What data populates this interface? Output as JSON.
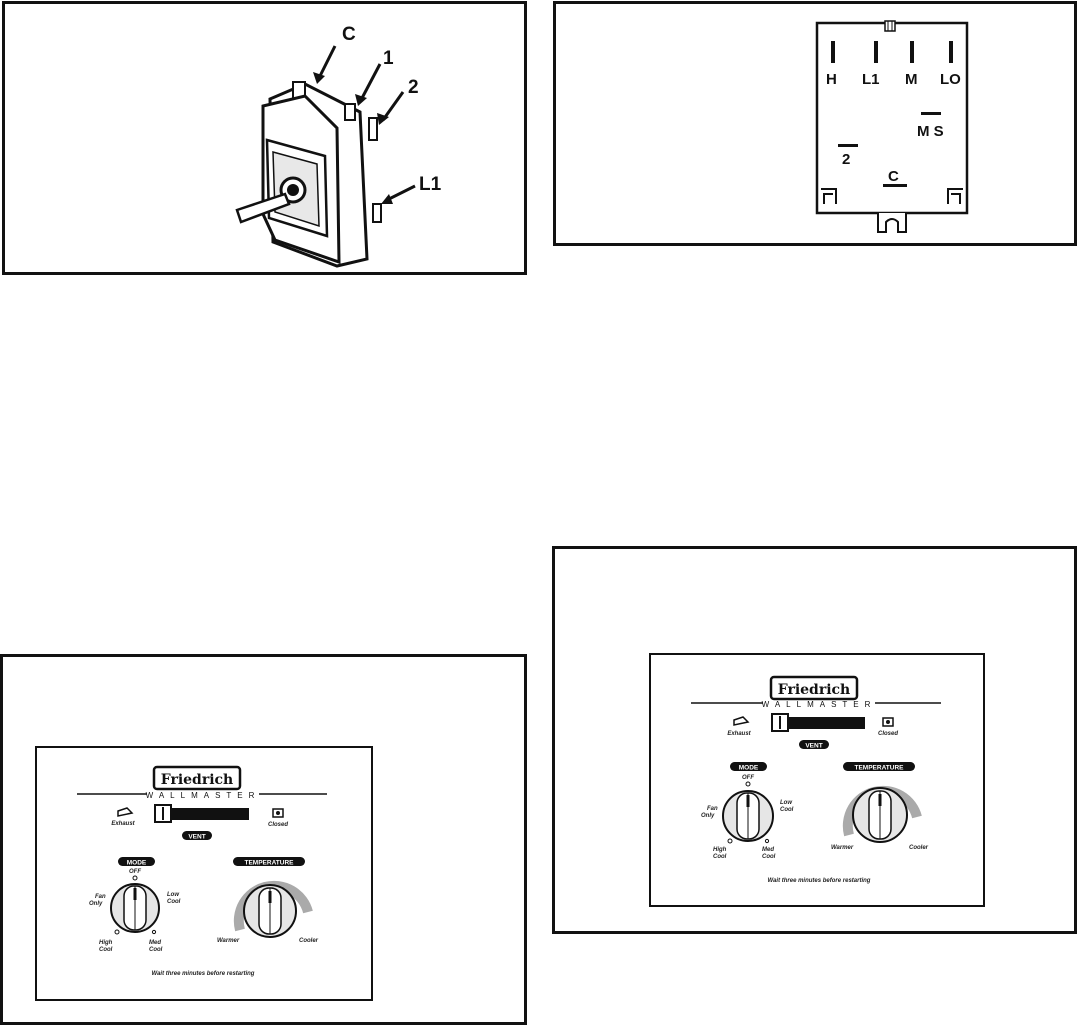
{
  "switch_figure": {
    "callouts": [
      "C",
      "1",
      "2",
      "L1"
    ]
  },
  "terminal_figure": {
    "terminals": [
      "H",
      "L1",
      "M",
      "LO",
      "M S",
      "2",
      "C"
    ]
  },
  "control_panel": {
    "brand": "Friedrich",
    "model": "WALLMASTER",
    "vent": {
      "left_label": "Exhaust",
      "right_label": "Closed",
      "title": "VENT"
    },
    "mode": {
      "title": "MODE",
      "off": "OFF",
      "fan_only": [
        "Fan",
        "Only"
      ],
      "low_cool": [
        "Low",
        "Cool"
      ],
      "high_cool": [
        "High",
        "Cool"
      ],
      "med_cool": [
        "Med",
        "Cool"
      ]
    },
    "temperature": {
      "title": "TEMPERATURE",
      "warmer": "Warmer",
      "cooler": "Cooler"
    },
    "notice": "Wait three minutes before restarting"
  }
}
